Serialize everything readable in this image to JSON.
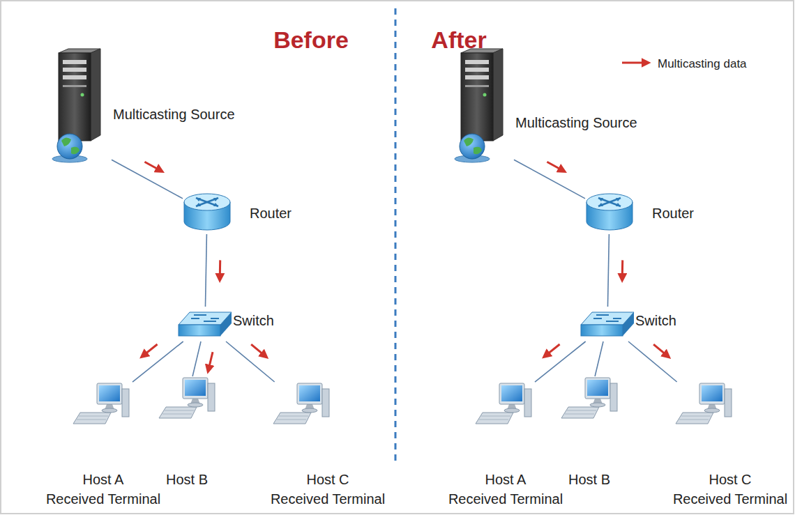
{
  "diagram": {
    "nodes": [
      {
        "text": [
          "Multicasting Source"
        ]
      },
      {
        "text": [
          "Router"
        ]
      },
      {
        "text": [
          "Switch"
        ]
      },
      {
        "text": [
          "Host A",
          "Received Terminal"
        ]
      },
      {
        "text": [
          "Host B"
        ]
      },
      {
        "text": [
          "Host C",
          "Received Terminal"
        ]
      },
      {
        "text": [
          "Multicasting Source"
        ]
      },
      {
        "text": [
          "Router"
        ]
      },
      {
        "text": [
          "Switch"
        ]
      },
      {
        "text": [
          "Host A",
          "Received Terminal"
        ]
      },
      {
        "text": [
          "Host B"
        ]
      },
      {
        "text": [
          "Host C",
          "Received Terminal"
        ]
      }
    ],
    "edges": [
      {
        "from": 0,
        "to": 1,
        "arrow": "none"
      },
      {
        "from": 1,
        "to": 2,
        "arrow": "none"
      },
      {
        "from": 2,
        "to": 3,
        "arrow": "none"
      },
      {
        "from": 2,
        "to": 4,
        "arrow": "none"
      },
      {
        "from": 2,
        "to": 5,
        "arrow": "none"
      },
      {
        "from": 6,
        "to": 7,
        "arrow": "none"
      },
      {
        "from": 7,
        "to": 8,
        "arrow": "none"
      },
      {
        "from": 8,
        "to": 9,
        "arrow": "none"
      },
      {
        "from": 8,
        "to": 10,
        "arrow": "none"
      },
      {
        "from": 8,
        "to": 11,
        "arrow": "none"
      }
    ],
    "labels": [
      "Before",
      "After"
    ],
    "legend": [
      {
        "text": "Multicasting data"
      }
    ]
  }
}
